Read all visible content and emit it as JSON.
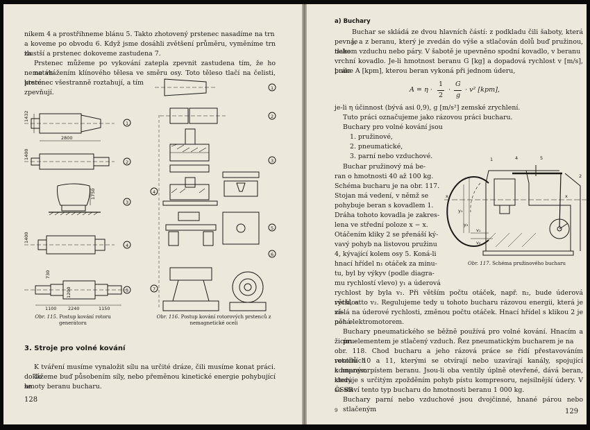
{
  "left_page": {
    "intro_lines": [
      "nikem 4 a prostřihneme blánu 5. Takto zhotovený prstenec nasadíme na trn",
      "a koveme po obvodu 6. Když jsme dosáhli zvětšení průměru, vyměníme trn za",
      "tlustší a prstenec dokoveme zastudena 7."
    ],
    "para2_lines": [
      "Prstenec můžeme po vykování zatepla zpevnit zastudena tím, že ho natáh-",
      "neme vrážením klínového tělesa ve směru osy. Toto těleso tlačí na čelisti, které",
      "prstenec všestranně roztahují, a tím",
      "zpevňují."
    ],
    "fig115": {
      "labels": [
        "1432",
        "2800",
        "1400",
        "1750",
        "1400",
        "730",
        "1200",
        "1100",
        "2240",
        "1150"
      ],
      "markers": [
        "1",
        "2",
        "3",
        "4",
        "5"
      ],
      "caption_label": "Obr. 115.",
      "caption_text": "Postup kování rotoru generátoru"
    },
    "fig116": {
      "markers": [
        "1",
        "2",
        "3",
        "4",
        "5",
        "6",
        "7"
      ],
      "caption_label": "Obr. 116.",
      "caption_text": "Postup kování rotorových prstenců z nemagnetické oceli"
    },
    "section_heading": "3. Stroje pro volné kování",
    "section_lines": [
      "K tváření musíme vynaložit sílu na určité dráze, čili musíme konat práci. To",
      "dokážeme buď působením síly, nebo přeměnou kinetické energie pohybující se",
      "hmoty beranu bucharu."
    ],
    "page_number": "128"
  },
  "right_page": {
    "subheading": "a) Buchary",
    "intro_lines": [
      "Buchar se skládá ze dvou hlavních částí: z podkladu čili šaboty, která je",
      "pevná, a z beranu, který je zvedán do výše a stlačován dolů buď pružinou, nebo",
      "tlakem vzduchu nebo páry. V šabotě je upevněno spodní kovadlo, v beranu",
      "vrchní kovadlo. Je-li hmotnost beranu G [kg] a dopadová rychlost v [m/s], bude",
      "práce A [kpm], kterou beran vykoná při jednom úderu,"
    ],
    "equation": {
      "lhs": "A = η ·",
      "n1": "1",
      "d1": "2",
      "n2": "G",
      "d2": "g",
      "rhs": "· v² [kpm],"
    },
    "after_eq_lines": [
      "je-li η účinnost (bývá asi 0,9), g [m/s²] zemské zrychlení.",
      "Tuto práci označujeme jako rázovou práci bucharu.",
      "Buchary pro volné kování jsou"
    ],
    "list": [
      "1. pružinové,",
      "2. pneumatické,",
      "3. parní nebo vzduchové."
    ],
    "spring_lines": [
      "Buchar pružinový má be-",
      "ran o hmotnosti 40 až 100 kg.",
      "Schéma bucharu je na obr. 117.",
      "Stojan má vedení, v němž se",
      "pohybuje beran s kovadlem 1.",
      "Dráha tohoto kovadla je zakres-",
      "lena ve střední poloze x − x.",
      "Otáčením kliky 2 se přenáší ký-",
      "vavý pohyb na listovou pružinu",
      "4, kývající kolem osy 5. Koná-li",
      "hnací hřídel n₁ otáček za minu-",
      "tu, byl by výkyv (podle diagra-",
      "mu rychlostí vlevo) y₁ a úderová"
    ],
    "full_lines": [
      "rychlost by byla v₁. Při větším počtu otáček, např. n₂, bude úderová rychlost",
      "větší, a to v₂. Regulujeme tedy u tohoto bucharu rázovou energii, která je zá-",
      "vislá na úderové rychlosti, změnou počtu otáček. Hnací hřídel s klikou 2 je pohá-",
      "něn elektromotorem.",
      "Buchary pneumatického se běžně používá pro volné kování. Hnacím a pru-",
      "žicím elementem je stlačený vzduch. Řez pneumatickým bucharem je na",
      "obr. 118. Chod bucharu a jeho rázová práce se řídí přestavováním rotačních",
      "ventilů 10 a 11, kterými se otvírají nebo uzavírají kanály, spojující kompresor",
      "s hnaným pístem beranu. Jsou-li oba ventily úplně otevřené, dává beran, který",
      "sleduje s určitým zpožděním pohyb pístu kompresoru, nejsilnější údery. V ČSSR",
      "se staví tento typ bucharu do hmotnosti beranu 1 000 kg.",
      "Buchary parní nebo vzduchové jsou dvojčinné, hnané párou nebo stlačeným"
    ],
    "fig117": {
      "labels": [
        "1",
        "4",
        "5",
        "2",
        "x",
        "x",
        "y₁",
        "y₂",
        "v₁",
        "v₂"
      ],
      "caption_label": "Obr. 117.",
      "caption_text": "Schéma pružinového bucharu"
    },
    "footer_marker": "9",
    "page_number": "129"
  }
}
